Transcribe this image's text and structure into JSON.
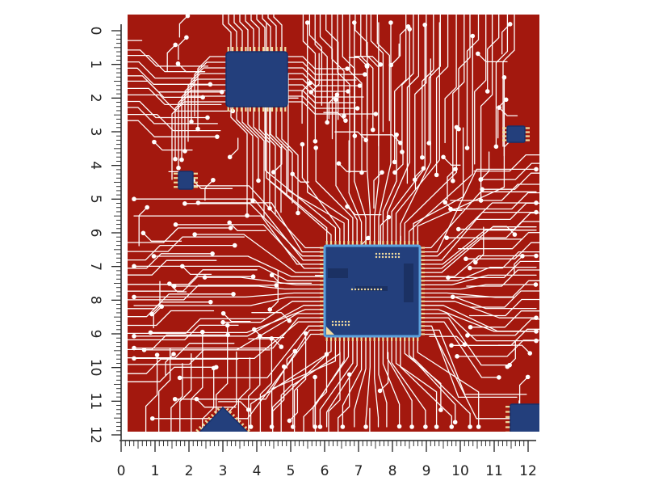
{
  "colors": {
    "board": "#a3180e",
    "trace": "#ffffff",
    "chip": "#233f7c",
    "chip_edge": "#5aa0dc",
    "pin": "#f2dca0",
    "ruler": "#222222"
  },
  "ruler": {
    "unit_labels": [
      "0",
      "1",
      "2",
      "3",
      "4",
      "5",
      "6",
      "7",
      "8",
      "9",
      "10",
      "11",
      "12"
    ]
  },
  "pattern": {
    "name": "circuit-board",
    "chips": [
      {
        "name": "chip-top-left"
      },
      {
        "name": "chip-center"
      },
      {
        "name": "chip-small-left"
      },
      {
        "name": "chip-small-right"
      },
      {
        "name": "chip-bottom-right"
      },
      {
        "name": "chip-bottom-diamond"
      }
    ]
  }
}
